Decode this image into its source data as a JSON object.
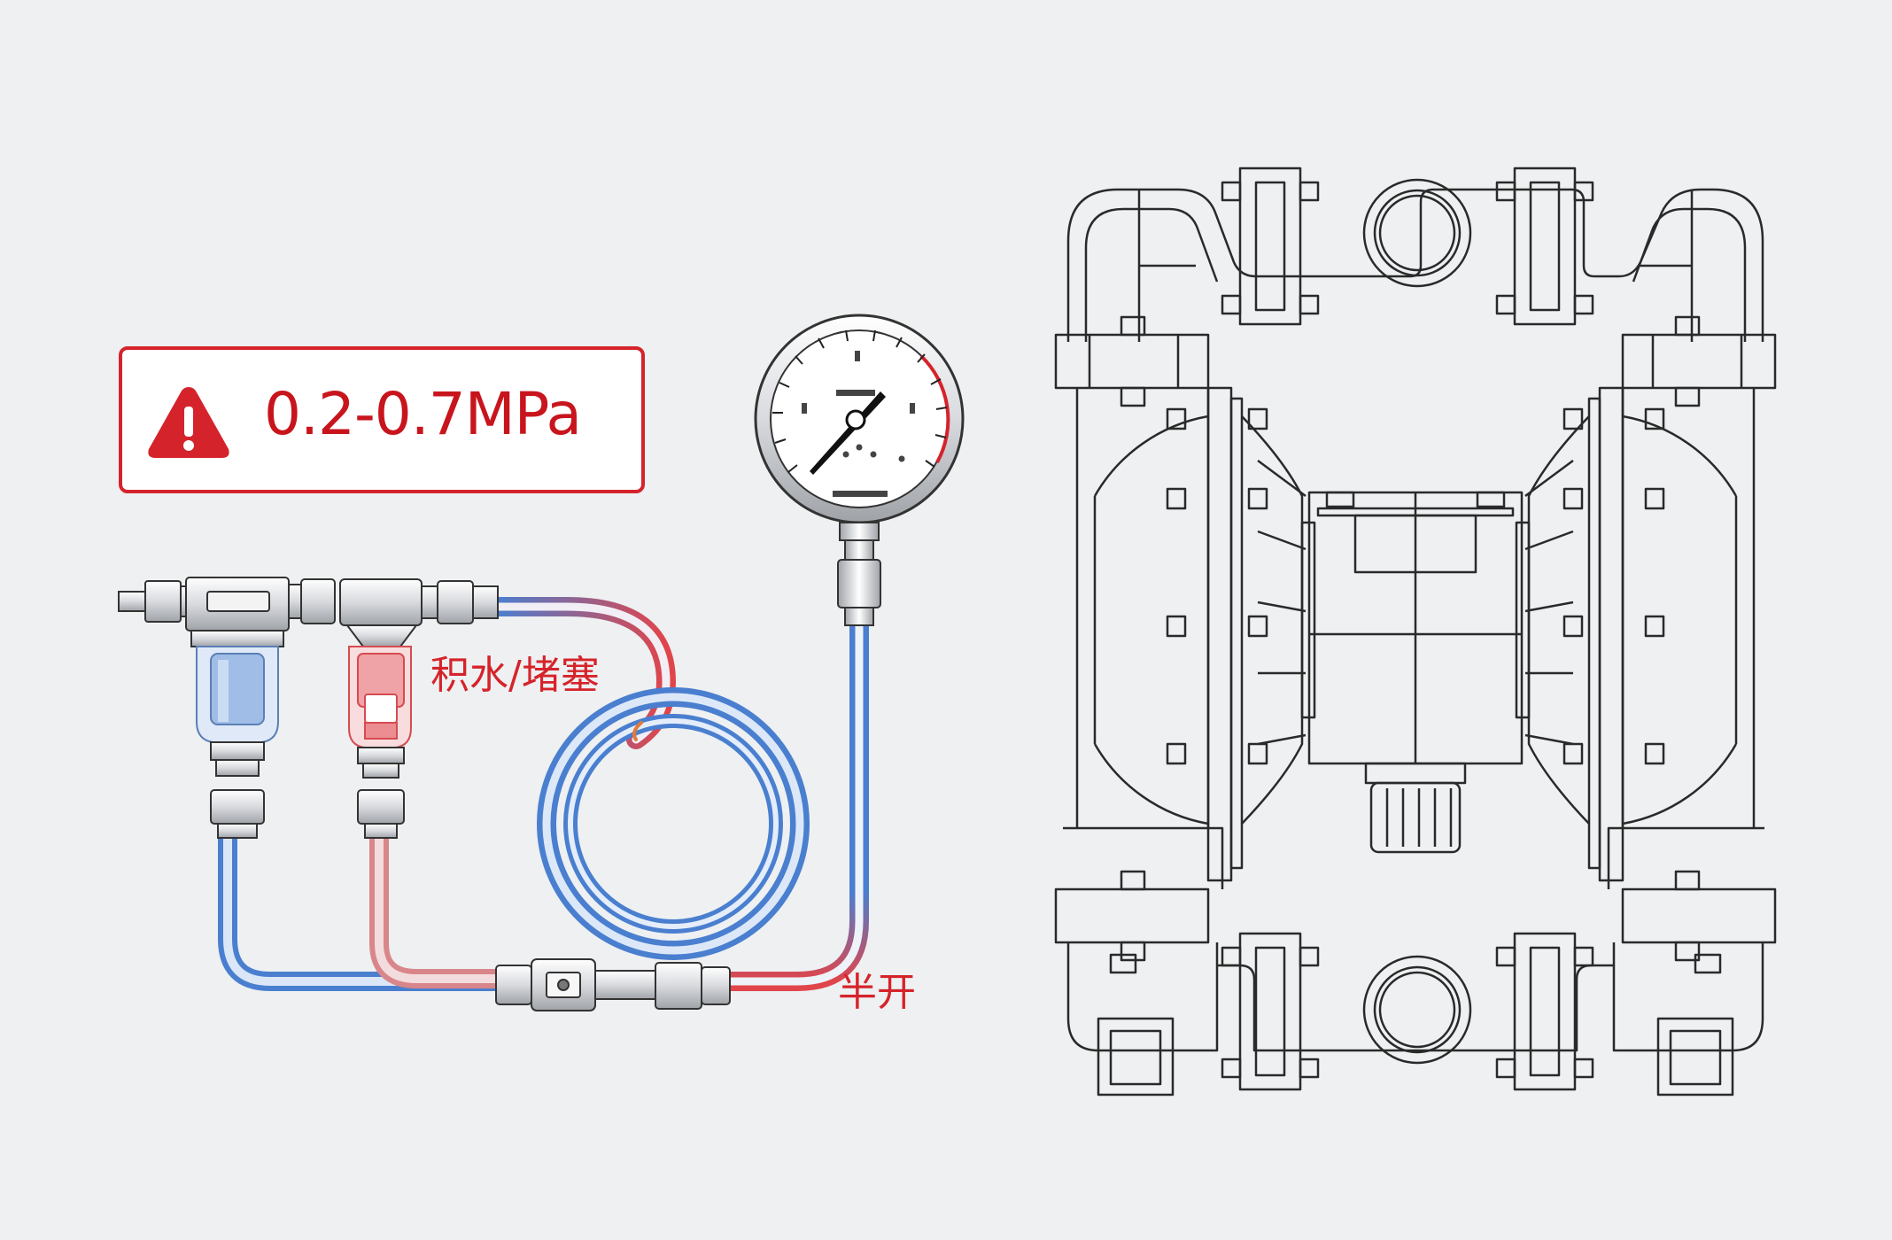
{
  "warning": {
    "icon": "warning-triangle-icon",
    "text": "0.2-0.7MPa"
  },
  "annotations": {
    "clogged": "积水/堵塞",
    "half_open": "半开"
  },
  "colors": {
    "background": "#eef0f1",
    "alert_red": "#d5232b",
    "pipe_blue": "#4a7fd0",
    "pipe_red": "#e0454b",
    "line_art": "#2a2a2a"
  }
}
